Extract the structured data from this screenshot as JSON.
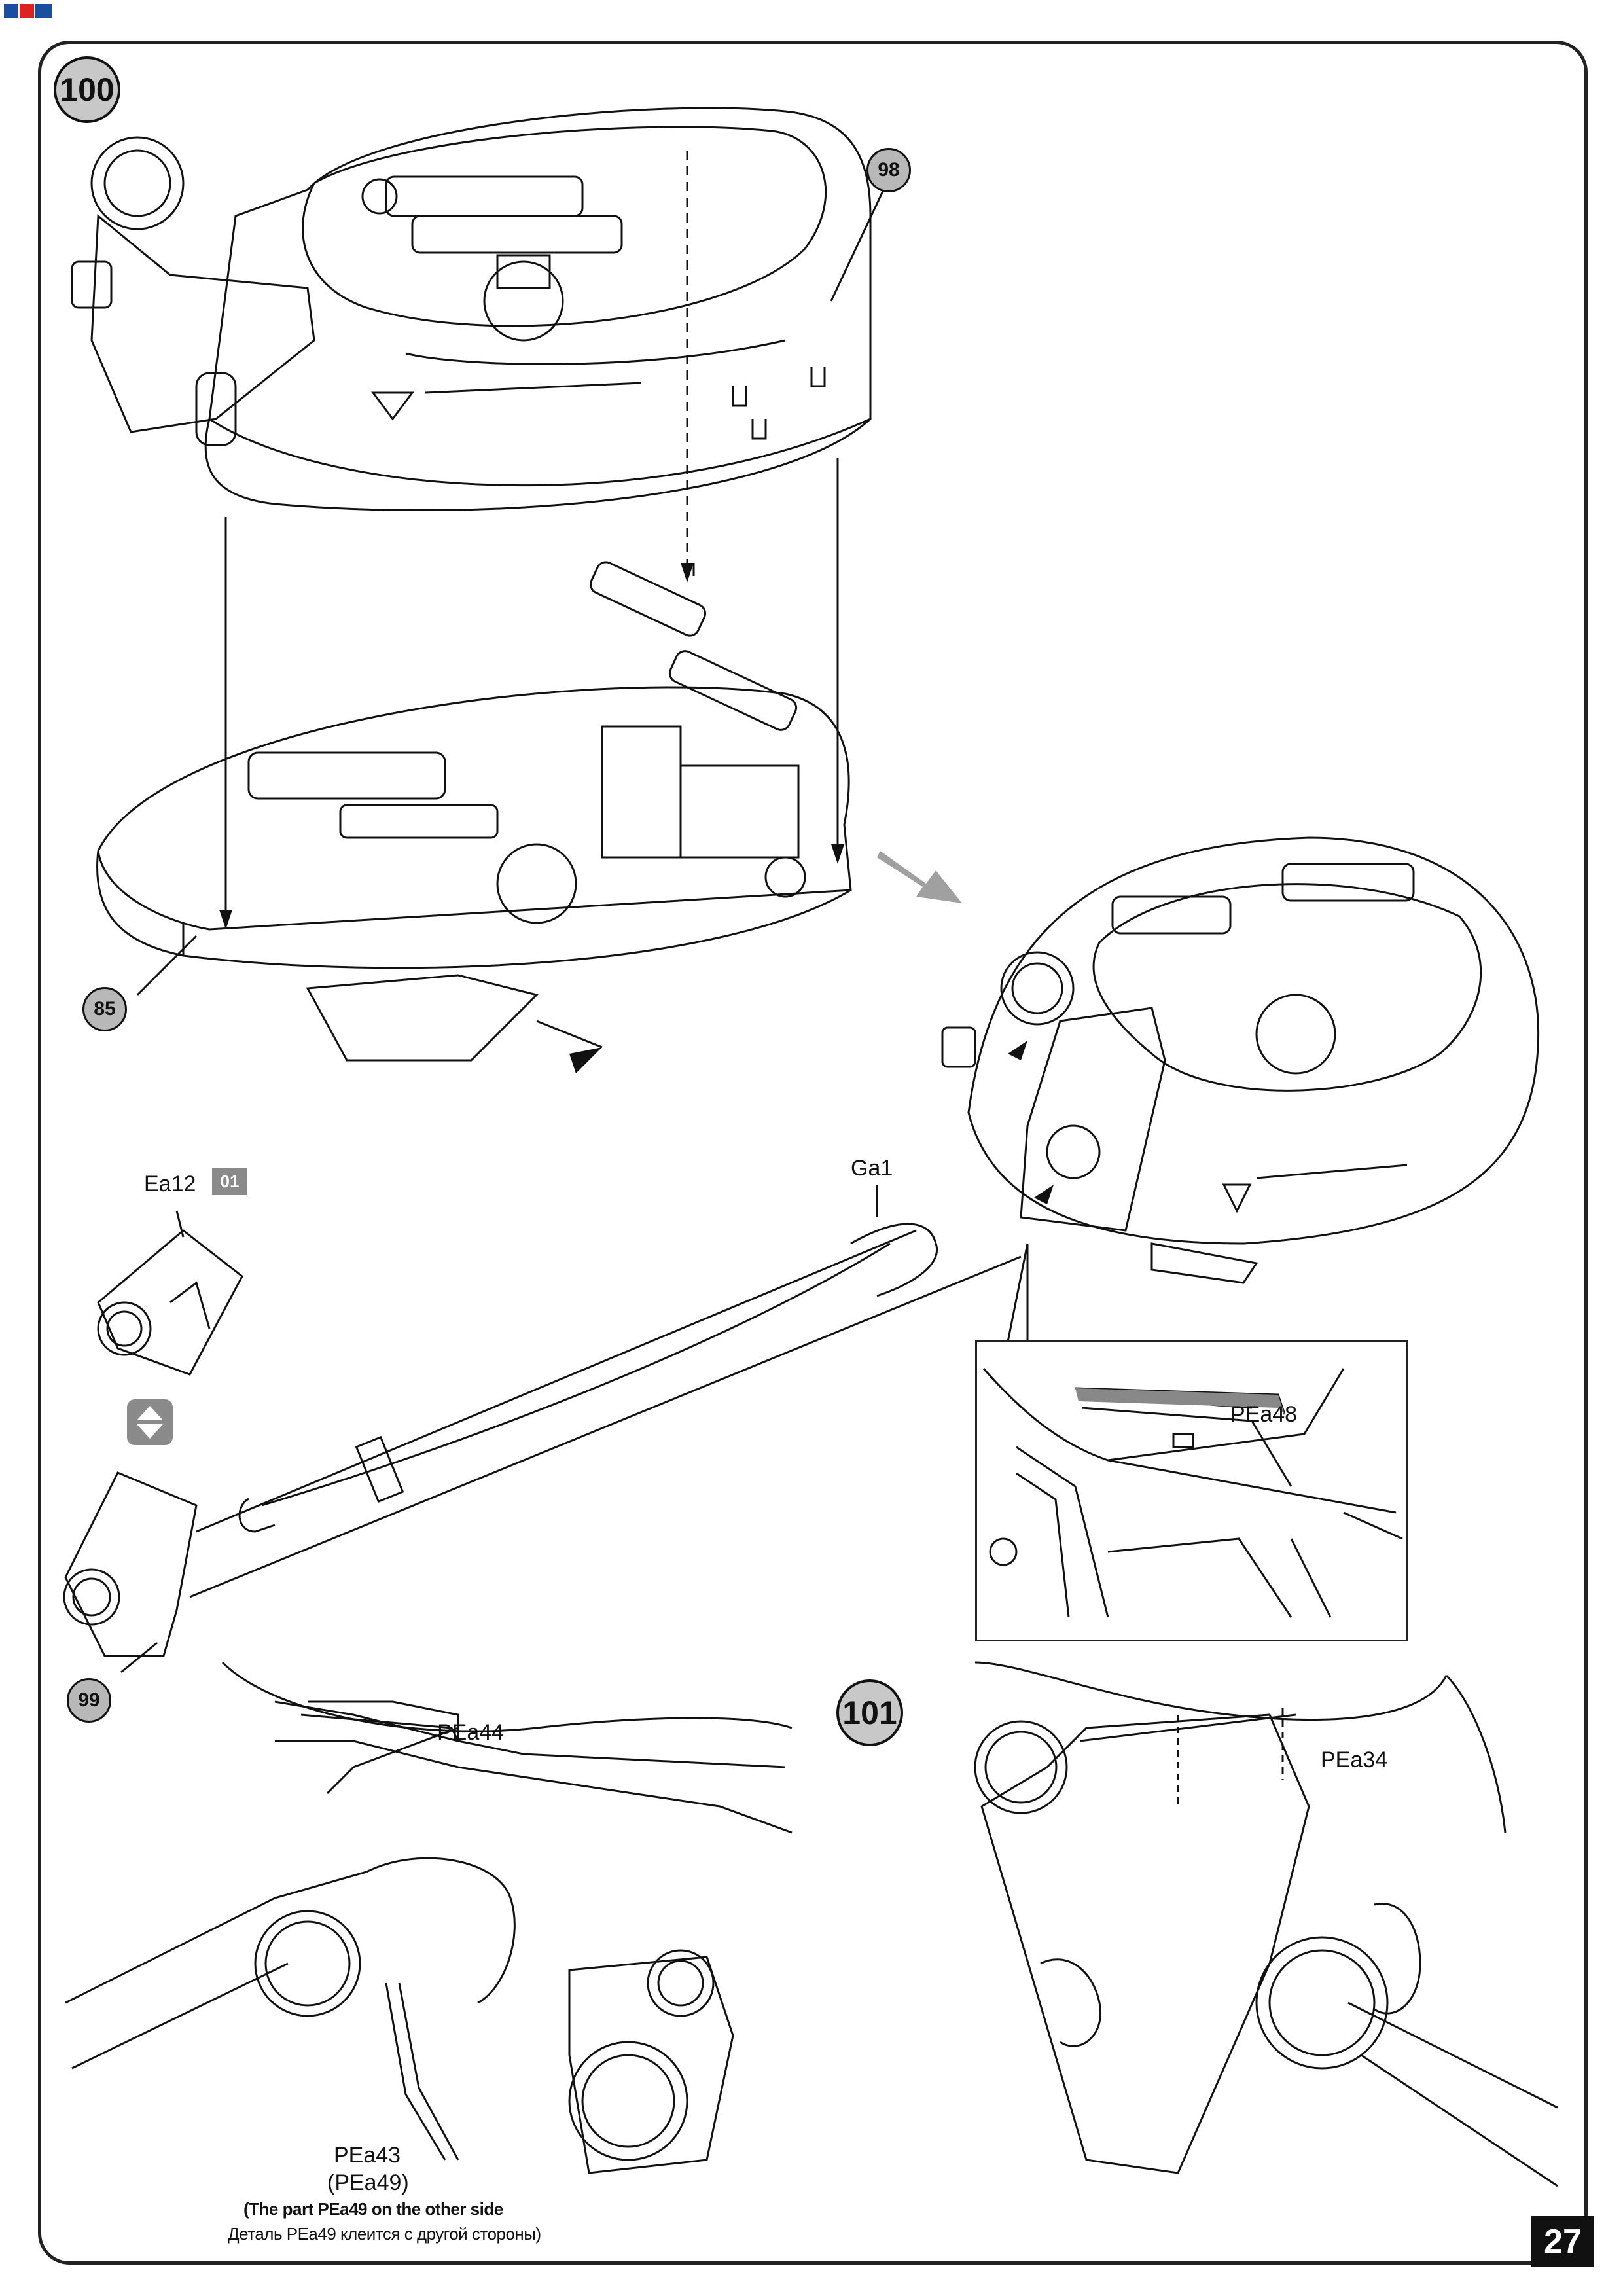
{
  "header": {
    "brand_mark": "MiniArt logo"
  },
  "steps": {
    "step_100": "100",
    "step_101": "101"
  },
  "refs": {
    "ref_98": "98",
    "ref_85": "85",
    "ref_99": "99"
  },
  "parts": {
    "ea12": "Ea12",
    "ea12_color": "01",
    "ga1": "Ga1",
    "pea48": "PEa48",
    "pea44": "PEa44",
    "pea43": "PEa43",
    "pea49_paren": "(PEa49)",
    "pea34": "PEa34"
  },
  "notes": {
    "en": "(The part PEa49 on the other side",
    "ru": "Деталь PEa49 клеится с другой стороны)"
  },
  "footer": {
    "page_number": "27"
  },
  "icons": {
    "symmetric_parts": "flip-icon",
    "assembly_arrow": "assembly-arrow-icon"
  },
  "colors": {
    "line": "#111111",
    "badge_fill": "#c8c8c8",
    "chip_fill": "#8a8a8a",
    "arrow_gray": "#a0a0a0"
  }
}
